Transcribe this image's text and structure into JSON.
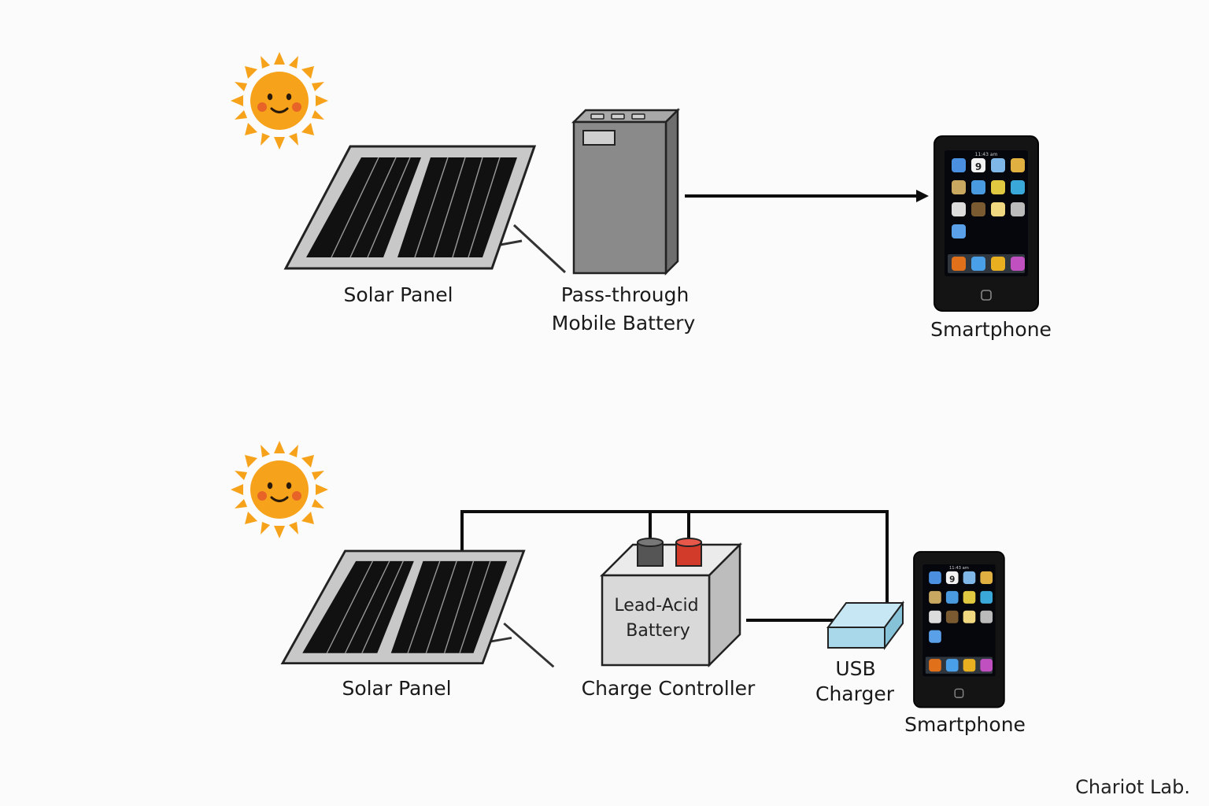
{
  "top_row": {
    "solar_panel_label": "Solar Panel",
    "battery_label_line1": "Pass-through",
    "battery_label_line2": "Mobile Battery",
    "phone_label": "Smartphone"
  },
  "bottom_row": {
    "solar_panel_label": "Solar Panel",
    "battery_text_line1": "Lead-Acid",
    "battery_text_line2": "Battery",
    "controller_label": "Charge Controller",
    "usb_label_line1": "USB",
    "usb_label_line2": "Charger",
    "phone_label": "Smartphone"
  },
  "phone_screen": {
    "status_time": "11:43 am",
    "calendar_day": "9"
  },
  "credit": "Chariot Lab.",
  "colors": {
    "sun": "#f7a21b",
    "sun_cheek": "#e2542a",
    "panel_frame": "#c8c8c8",
    "panel_cell": "#111111",
    "power_bank": "#8a8a8a",
    "lead_acid": "#d9d9d9",
    "terminal_negative": "#555555",
    "terminal_positive": "#d23a2a",
    "usb_charger": "#a9d8ea",
    "phone_body": "#141414",
    "wire": "#0d0d0d"
  }
}
